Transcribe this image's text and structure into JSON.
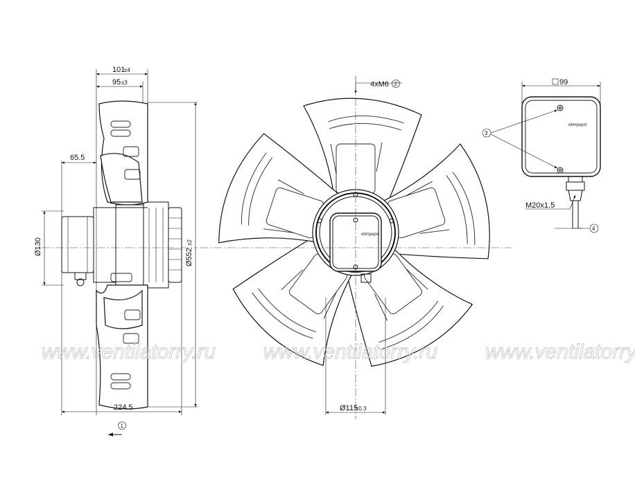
{
  "dims": {
    "d101": "101",
    "d101_tol": "±4",
    "d95": "95",
    "d95_tol": "±3",
    "d65_5": "65.5",
    "d130": "Ø130",
    "d552": "Ø552",
    "d552_tol": "±2",
    "d224_5": "224.5",
    "d4xm6": "4xM6",
    "d115": "Ø115",
    "d115_tol": "±0.3",
    "d99": "99"
  },
  "callouts": {
    "c1": "1",
    "c2": "2",
    "c3": "3",
    "c4": "4"
  },
  "labels": {
    "gland": "M20x1.5",
    "logo": "ebmpapst"
  },
  "watermark": {
    "text": "www.ventilatorry.ru"
  }
}
